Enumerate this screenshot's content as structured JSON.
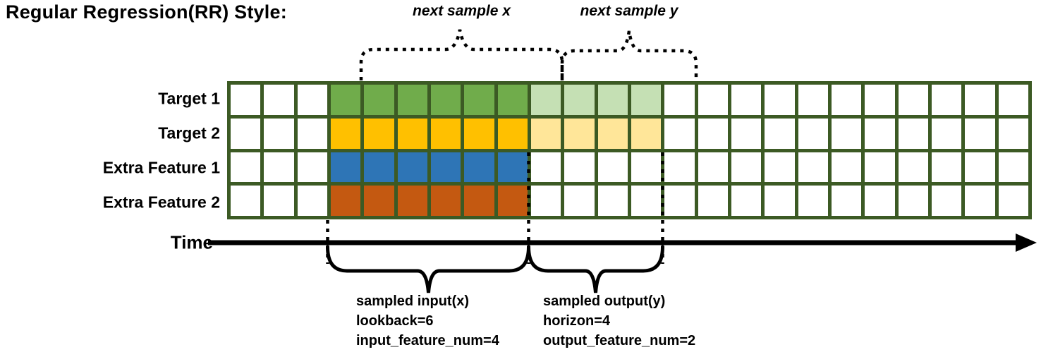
{
  "title": "Regular Regression(RR) Style:",
  "brace_labels": {
    "next_sample_x": "next sample x",
    "next_sample_y": "next sample y"
  },
  "axis": {
    "label": "Time"
  },
  "grid": {
    "columns": 24,
    "lookback_cells": 6,
    "horizon_cells": 4,
    "rows": [
      {
        "label": "Target 1",
        "cells": "wwwggggggGGGGwwwwwwwwwww"
      },
      {
        "label": "Target 2",
        "cells": "wwwyyyyyyYYYYwwwwwwwwwww"
      },
      {
        "label": "Extra Feature 1",
        "cells": "wwwbbbbbbwwwwwwwwwwwwwww"
      },
      {
        "label": "Extra Feature 2",
        "cells": "wwwoooooowwwwwwwwwwwwwww"
      }
    ]
  },
  "annotations": {
    "input": [
      "sampled input(x)",
      "lookback=6",
      "input_feature_num=4"
    ],
    "output": [
      "sampled output(y)",
      "horizon=4",
      "output_feature_num=2"
    ]
  },
  "colors": {
    "grid_line": "#3c5a24",
    "w": "#ffffff",
    "g": "#70ac4b",
    "G": "#c5e0b4",
    "y": "#ffc000",
    "Y": "#ffe699",
    "b": "#2e75b6",
    "o": "#c45911",
    "ink": "#000000"
  }
}
